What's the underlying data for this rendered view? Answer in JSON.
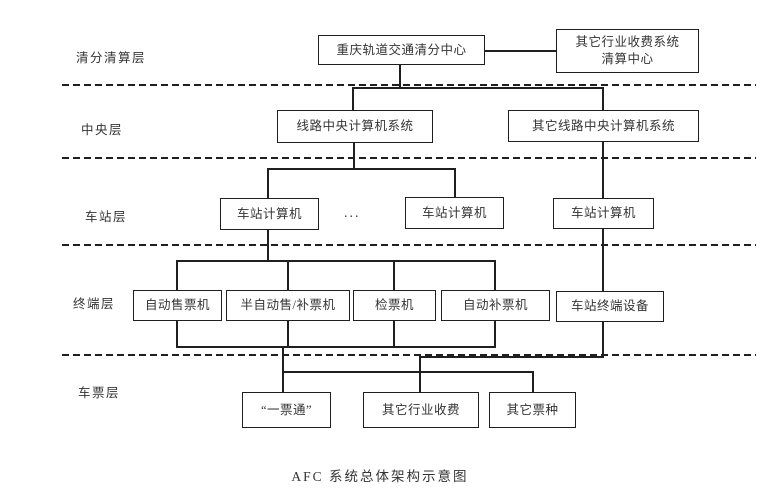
{
  "title": "AFC 系统总体架构示意图",
  "colors": {
    "line": "#1f1f1f",
    "text": "#333333",
    "background": "#ffffff"
  },
  "layers": [
    {
      "label": "清分清算层"
    },
    {
      "label": "中央层"
    },
    {
      "label": "车站层"
    },
    {
      "label": "终端层"
    },
    {
      "label": "车票层"
    }
  ],
  "nodes": {
    "clearing_center": "重庆轨道交通清分中心",
    "other_industry_clearing_line1": "其它行业收费系统",
    "other_industry_clearing_line2": "清算中心",
    "line_central": "线路中央计算机系统",
    "other_line_central": "其它线路中央计算机系统",
    "station_computer": "车站计算机",
    "tvm": "自动售票机",
    "semi_tvm": "半自动售/补票机",
    "gate": "检票机",
    "avm": "自动补票机",
    "station_terminal": "车站终端设备",
    "yipiaotong": "“一票通”",
    "other_industry_fee": "其它行业收费",
    "other_ticket": "其它票种"
  },
  "ellipsis": "...",
  "caption": "AFC 系统总体架构示意图"
}
